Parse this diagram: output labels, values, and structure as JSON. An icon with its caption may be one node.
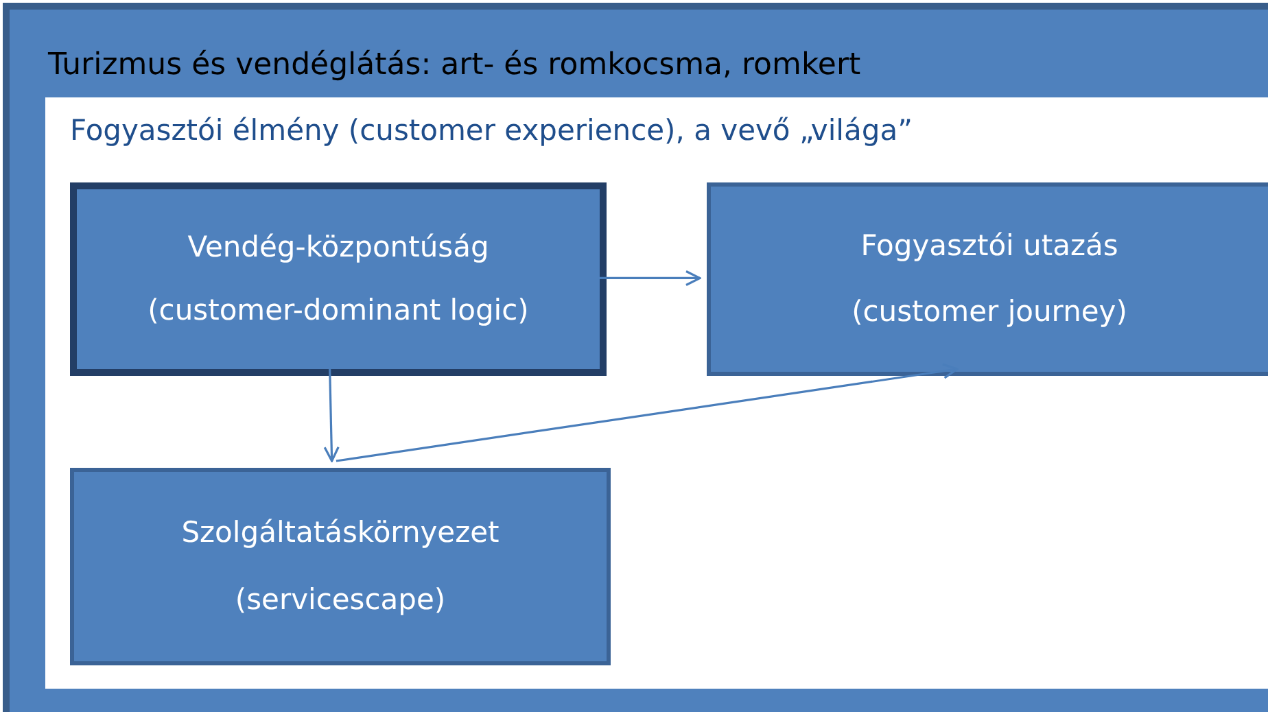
{
  "diagram": {
    "nodes": [
      {
        "text": [
          "Turizmus és vendéglátás: art- és romkocsma, romkert"
        ]
      },
      {
        "text": [
          "Fogyasztói élmény (customer experience), a vevő „világa”"
        ],
        "in": 0
      },
      {
        "text": [
          "Vendég-központúság",
          "(customer-dominant logic)"
        ],
        "in": 1
      },
      {
        "text": [
          "Fogyasztói utazás",
          "(customer journey)"
        ],
        "in": 1
      },
      {
        "text": [
          "Szolgáltatáskörnyezet",
          "(servicescape)"
        ],
        "in": 1
      }
    ],
    "edges": [
      {
        "from": 2,
        "to": 3,
        "arrow": "to"
      },
      {
        "from": 2,
        "to": 4,
        "arrow": "to"
      },
      {
        "from": 4,
        "to": 3,
        "arrow": "to"
      }
    ]
  }
}
